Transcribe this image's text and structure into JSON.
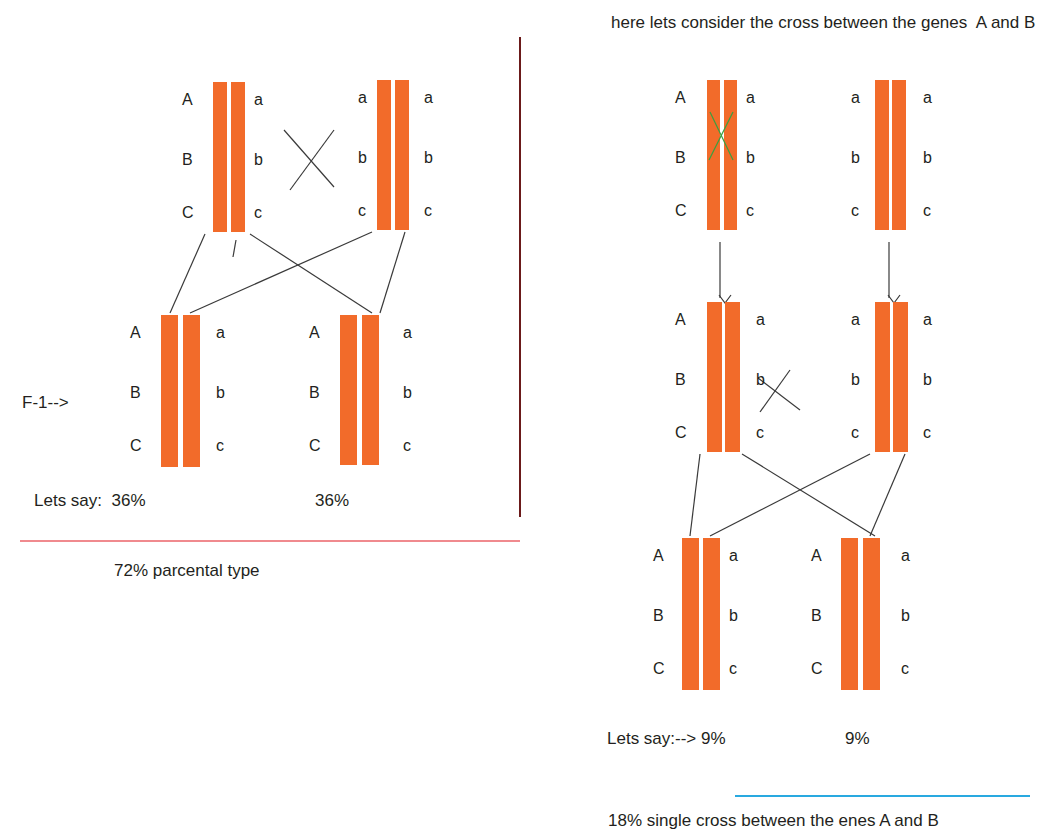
{
  "diagram": {
    "nodes": [
      {
        "text": [
          "A",
          "B",
          "C",
          "a",
          "b",
          "c"
        ]
      },
      {
        "text": [
          "a",
          "b",
          "c",
          "a",
          "b",
          "c"
        ]
      },
      {
        "text": [
          "A",
          "B",
          "C",
          "a",
          "b",
          "c"
        ]
      },
      {
        "text": [
          "A",
          "B",
          "C",
          "a",
          "b",
          "c"
        ]
      },
      {
        "text": [
          "A",
          "B",
          "C",
          "a",
          "b",
          "c"
        ]
      },
      {
        "text": [
          "a",
          "b",
          "c",
          "a",
          "b",
          "c"
        ]
      },
      {
        "text": [
          "A",
          "B",
          "C",
          "a",
          "b",
          "c"
        ]
      },
      {
        "text": [
          "a",
          "b",
          "c",
          "a",
          "b",
          "c"
        ]
      },
      {
        "text": [
          "A",
          "B",
          "C",
          "a",
          "b",
          "c"
        ]
      },
      {
        "text": [
          "A",
          "B",
          "C",
          "a",
          "b",
          "c"
        ]
      }
    ],
    "edges": [
      {
        "from": 0,
        "to": 2,
        "arrow": "none"
      },
      {
        "from": 0,
        "to": 3,
        "arrow": "none"
      },
      {
        "from": 1,
        "to": 2,
        "arrow": "none"
      },
      {
        "from": 1,
        "to": 3,
        "arrow": "none"
      },
      {
        "from": 4,
        "to": 6,
        "arrow": "to"
      },
      {
        "from": 5,
        "to": 7,
        "arrow": "to"
      },
      {
        "from": 6,
        "to": 8,
        "arrow": "none"
      },
      {
        "from": 6,
        "to": 9,
        "arrow": "none"
      },
      {
        "from": 7,
        "to": 8,
        "arrow": "none"
      },
      {
        "from": 7,
        "to": 9,
        "arrow": "none"
      }
    ],
    "labels": [
      "here lets consider the cross between the genes  A and B",
      "F-1-->",
      "Lets say:  36%",
      "36%",
      "72% parcental type",
      "Lets say:--> 9%",
      "9%",
      "18% single cross between the enes A and B"
    ]
  }
}
